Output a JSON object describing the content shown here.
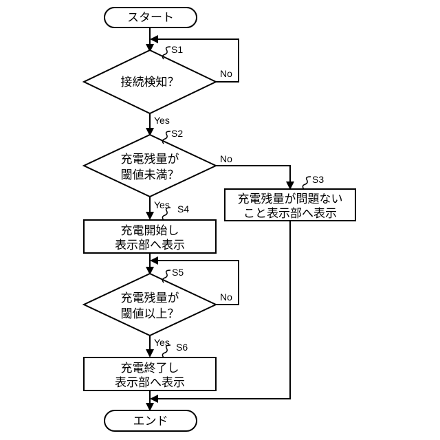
{
  "nodes": {
    "start": "スタート",
    "s1": "接続検知？",
    "s2_line1": "充電残量が",
    "s2_line2": "閾値未満？",
    "s3_line1": "充電残量が問題ない",
    "s3_line2": "こと表示部へ表示",
    "s4_line1": "充電開始し",
    "s4_line2": "表示部へ表示",
    "s5_line1": "充電残量が",
    "s5_line2": "閾値以上？",
    "s6_line1": "充電終了し",
    "s6_line2": "表示部へ表示",
    "end": "エンド"
  },
  "steps": {
    "s1": "S1",
    "s2": "S2",
    "s3": "S3",
    "s4": "S4",
    "s5": "S5",
    "s6": "S6"
  },
  "branches": {
    "s1_no": "No",
    "s1_yes": "Yes",
    "s2_no": "No",
    "s2_yes": "Yes",
    "s5_no": "No",
    "s5_yes": "Yes"
  }
}
